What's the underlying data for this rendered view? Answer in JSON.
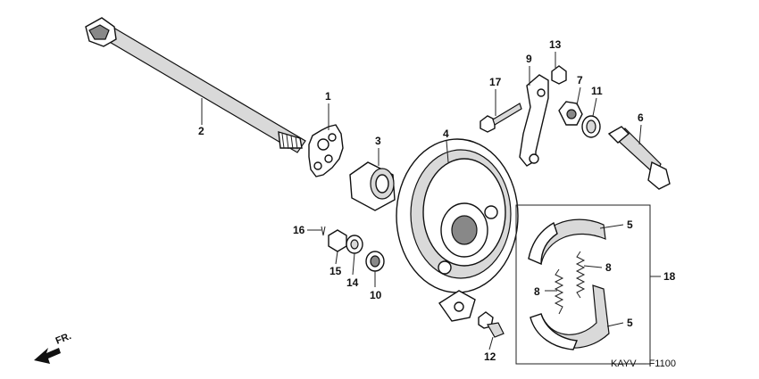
{
  "callouts": {
    "p1": "1",
    "p2": "2",
    "p3": "3",
    "p4": "4",
    "p5a": "5",
    "p5b": "5",
    "p6": "6",
    "p7": "7",
    "p8a": "8",
    "p8b": "8",
    "p9": "9",
    "p10": "10",
    "p11": "11",
    "p12": "12",
    "p13": "13",
    "p14": "14",
    "p15": "15",
    "p16": "16",
    "p17": "17",
    "p18": "18"
  },
  "direction_label": "FR.",
  "diagram_code": "KAYV— F1100"
}
